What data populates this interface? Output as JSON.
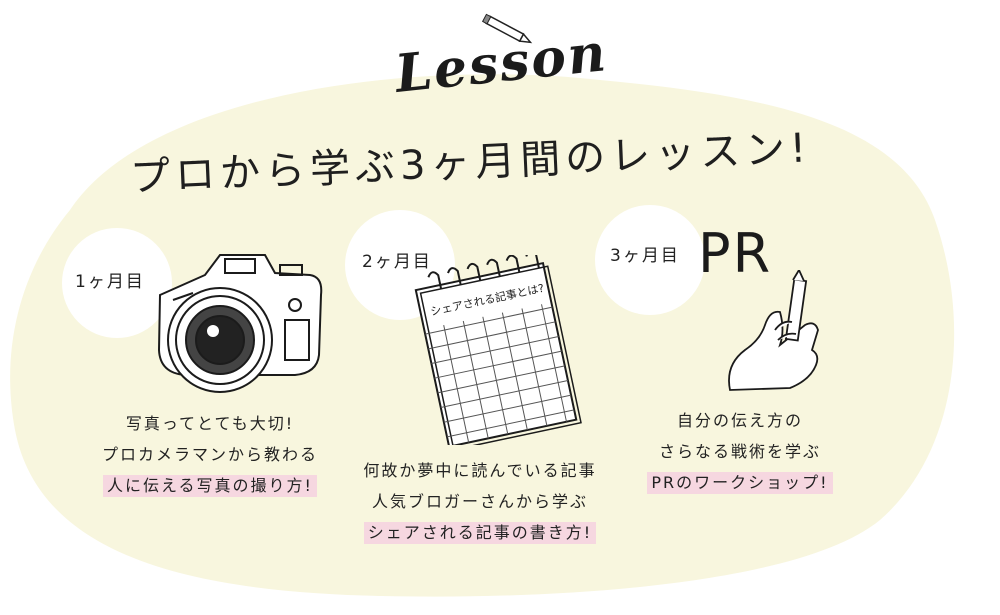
{
  "heading": {
    "lesson": "Lesson",
    "title": "プロから学ぶ3ヶ月間のレッスン!"
  },
  "colors": {
    "background_blob": "#f8f6de",
    "highlight": "#f6d7e0",
    "ink": "#222222"
  },
  "steps": [
    {
      "month": "1ヶ月目",
      "icon": "camera-icon",
      "lines": [
        "写真ってとても大切!",
        "プロカメラマンから教わる"
      ],
      "highlight": "人に伝える写真の撮り方!"
    },
    {
      "month": "2ヶ月目",
      "icon": "notepad-icon",
      "notepad_text": "シェアされる記事とは?",
      "lines": [
        "何故か夢中に読んでいる記事",
        "人気ブロガーさんから学ぶ"
      ],
      "highlight": "シェアされる記事の書き方!"
    },
    {
      "month": "3ヶ月目",
      "icon": "hand-writing-icon",
      "big_text": "PR",
      "lines": [
        "自分の伝え方の",
        "さらなる戦術を学ぶ"
      ],
      "highlight": "PRのワークショップ!"
    }
  ]
}
